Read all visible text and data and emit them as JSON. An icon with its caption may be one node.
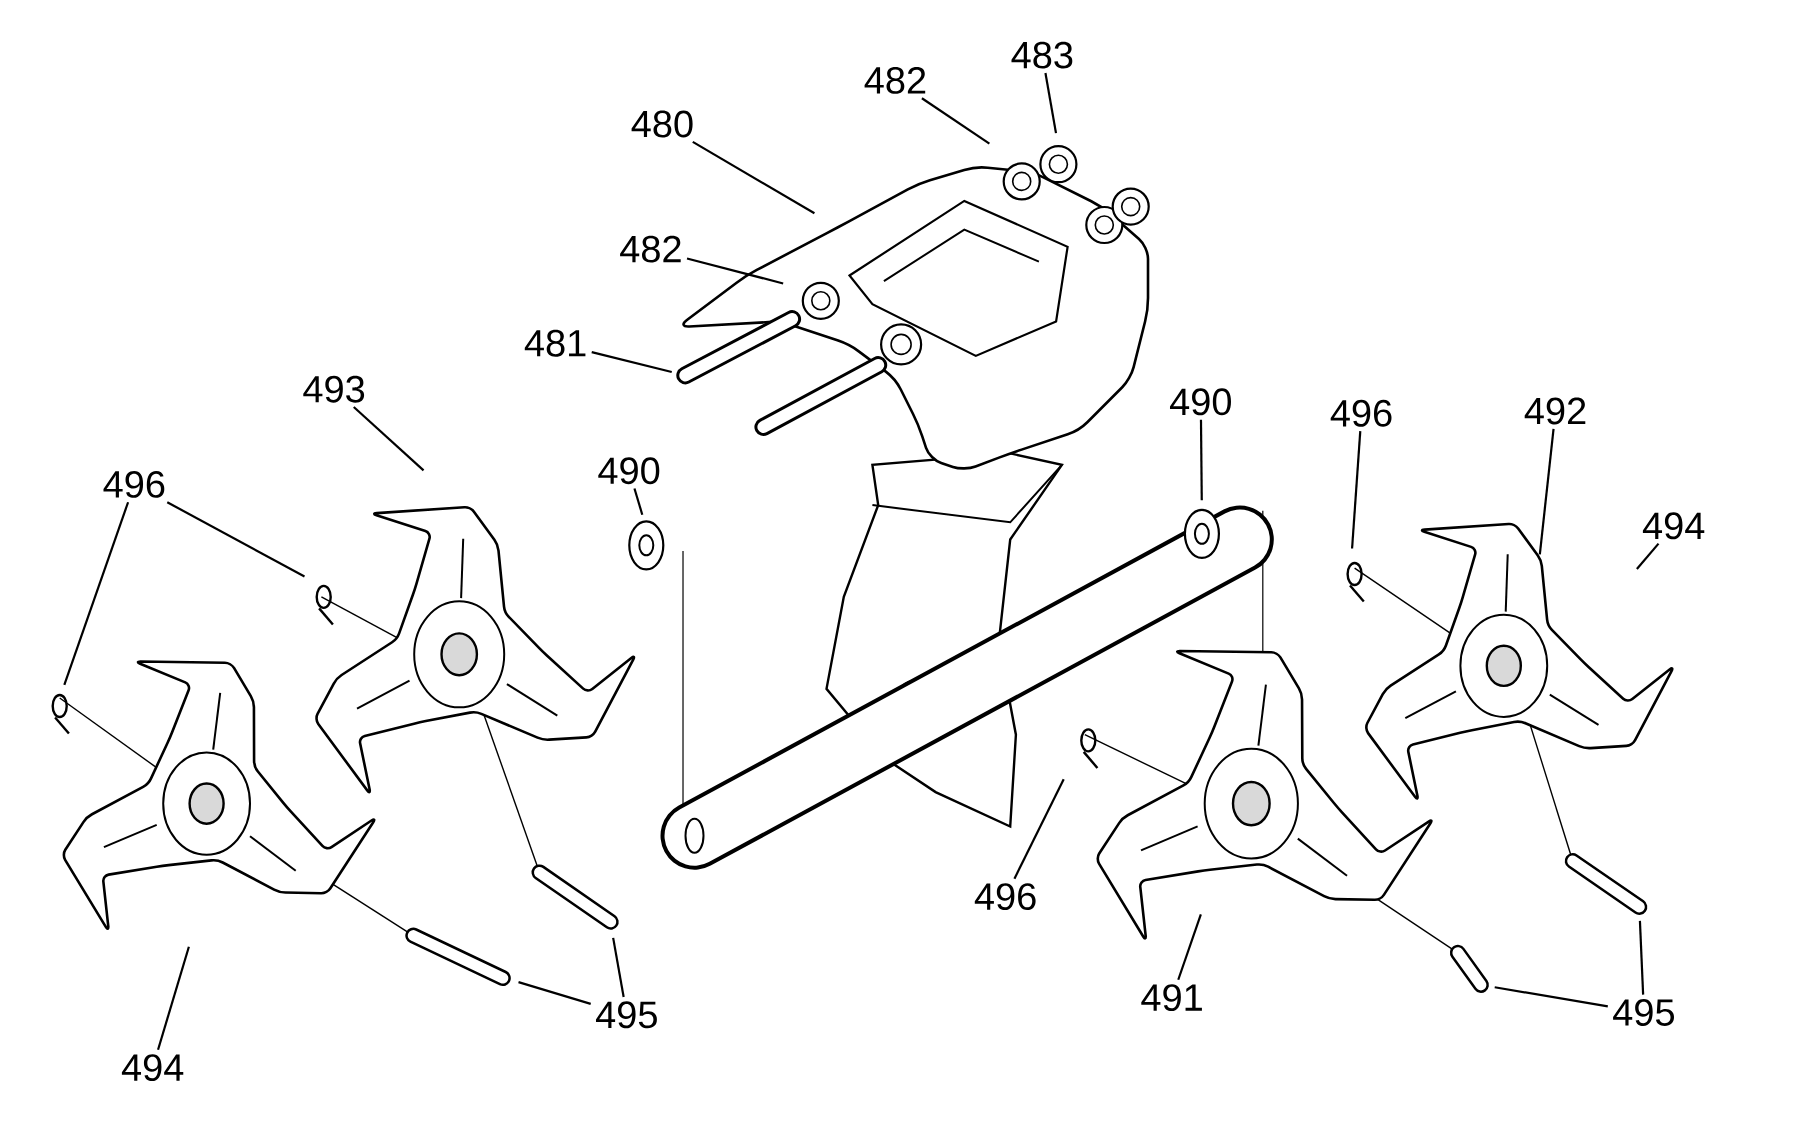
{
  "diagram": {
    "nodes": [
      {
        "text": [
          "483"
        ]
      },
      {
        "text": [
          "482"
        ]
      },
      {
        "text": [
          "480"
        ]
      },
      {
        "text": [
          "482"
        ]
      },
      {
        "text": [
          "481"
        ]
      },
      {
        "text": [
          "493"
        ]
      },
      {
        "text": [
          "490"
        ]
      },
      {
        "text": [
          "496"
        ]
      },
      {
        "text": [
          "492"
        ]
      },
      {
        "text": [
          "490"
        ]
      },
      {
        "text": [
          "496"
        ]
      },
      {
        "text": [
          "494"
        ]
      },
      {
        "text": [
          "496"
        ]
      },
      {
        "text": [
          "491"
        ]
      },
      {
        "text": [
          "495"
        ]
      },
      {
        "text": [
          "495"
        ]
      },
      {
        "text": [
          "494"
        ]
      }
    ],
    "edges": [
      {
        "from": 0,
        "to": null,
        "arrow": "none"
      },
      {
        "from": 1,
        "to": null,
        "arrow": "none"
      },
      {
        "from": 2,
        "to": null,
        "arrow": "none"
      },
      {
        "from": 3,
        "to": null,
        "arrow": "none"
      },
      {
        "from": 4,
        "to": null,
        "arrow": "none"
      },
      {
        "from": 5,
        "to": null,
        "arrow": "none"
      },
      {
        "from": 6,
        "to": null,
        "arrow": "none"
      },
      {
        "from": 7,
        "to": null,
        "arrow": "none"
      },
      {
        "from": 8,
        "to": null,
        "arrow": "none"
      },
      {
        "from": 9,
        "to": null,
        "arrow": "none"
      },
      {
        "from": 10,
        "to": null,
        "arrow": "none"
      },
      {
        "from": 10,
        "to": null,
        "arrow": "none"
      },
      {
        "from": 11,
        "to": null,
        "arrow": "none"
      },
      {
        "from": 12,
        "to": null,
        "arrow": "none"
      },
      {
        "from": 13,
        "to": null,
        "arrow": "none"
      },
      {
        "from": 14,
        "to": null,
        "arrow": "none"
      },
      {
        "from": 14,
        "to": null,
        "arrow": "none"
      },
      {
        "from": 15,
        "to": null,
        "arrow": "none"
      },
      {
        "from": 15,
        "to": null,
        "arrow": "none"
      },
      {
        "from": 16,
        "to": null,
        "arrow": "none"
      }
    ]
  }
}
